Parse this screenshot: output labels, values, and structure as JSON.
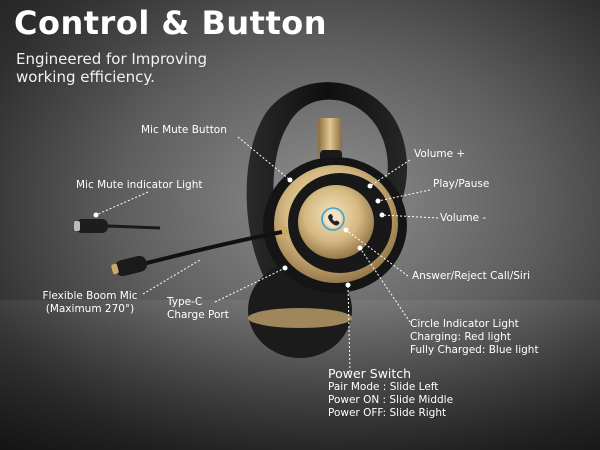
{
  "title": "Control & Button",
  "subtitle_line1": "Engineered for Improving",
  "subtitle_line2": "working efficiency.",
  "labels": {
    "mic_mute_button": "Mic Mute Button",
    "mic_mute_indicator": "Mic Mute indicator Light",
    "volume_up": "Volume +",
    "play_pause": "Play/Pause",
    "volume_down": "Volume -",
    "answer_reject": "Answer/Reject Call/Siri",
    "boom_mic_line1": "Flexible Boom Mic",
    "boom_mic_line2": "(Maximum 270°)",
    "type_c_line1": "Type-C",
    "type_c_line2": "Charge Port",
    "circle_indicator_line1": "Circle Indicator Light",
    "circle_indicator_line2": "Charging: Red light",
    "circle_indicator_line3": "Fully Charged: Blue light",
    "power_switch": "Power Switch",
    "pair_mode": "Pair Mode : Slide Left",
    "power_on": "Power ON : Slide Middle",
    "power_off": "Power OFF: Slide Right"
  },
  "colors": {
    "accent_gold": "#c9a86a",
    "headset_black": "#161616"
  },
  "icons": {
    "center_button": "phone-handset-icon"
  }
}
